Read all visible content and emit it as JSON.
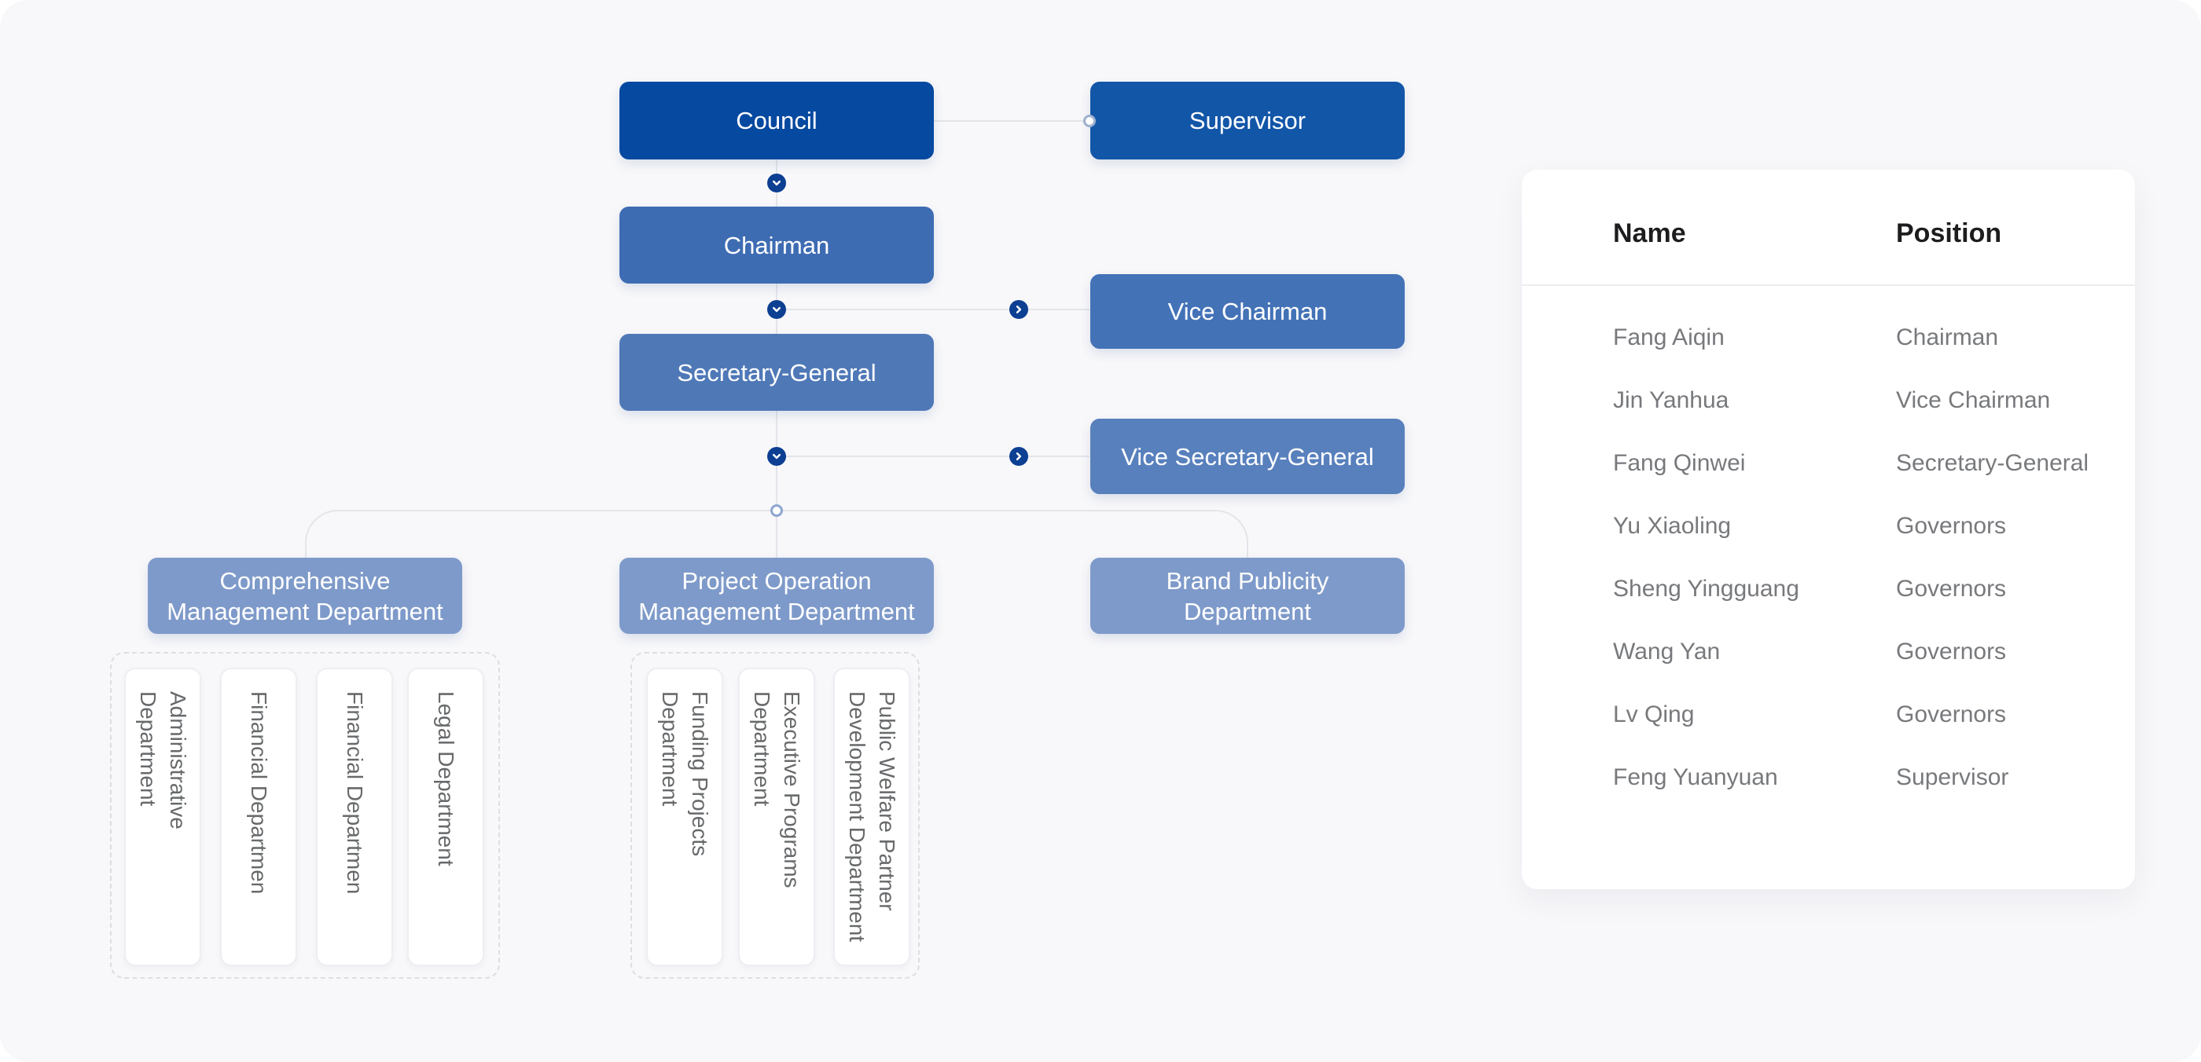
{
  "org": {
    "nodes": {
      "council": "Council",
      "supervisor": "Supervisor",
      "chairman": "Chairman",
      "vice_chairman": "Vice Chairman",
      "secretary_general": "Secretary-General",
      "vice_secretary_general": "Vice Secretary-General",
      "dept_comprehensive": "Comprehensive Management Department",
      "dept_project": "Project Operation Management Department",
      "dept_brand": "Brand Publicity Department"
    },
    "sub_comprehensive": [
      "Administrative Department",
      "Financial Departmen",
      "Financial Departmen",
      "Legal Department"
    ],
    "sub_project": [
      "Funding Projects Department",
      "Executive Programs Department",
      "Public Welfare Partner Development Department"
    ],
    "icons": {
      "chevron_down": "chevron-down in navy circle",
      "chevron_right": "chevron-right in navy circle",
      "node_connector": "open circle"
    }
  },
  "table": {
    "headers": {
      "name": "Name",
      "position": "Position"
    },
    "rows": [
      {
        "name": "Fang Aiqin",
        "position": "Chairman"
      },
      {
        "name": "Jin Yanhua",
        "position": "Vice Chairman"
      },
      {
        "name": "Fang Qinwei",
        "position": "Secretary-General"
      },
      {
        "name": "Yu Xiaoling",
        "position": "Governors"
      },
      {
        "name": "Sheng Yingguang",
        "position": "Governors"
      },
      {
        "name": "Wang Yan",
        "position": "Governors"
      },
      {
        "name": "Lv Qing",
        "position": "Governors"
      },
      {
        "name": "Feng Yuanyuan",
        "position": "Supervisor"
      }
    ]
  },
  "colors": {
    "page_bg": "#f8f8fa",
    "council": "#0549a0",
    "supervisor": "#1256a8",
    "chairman": "#3e6cb3",
    "vice_chairman": "#4372b7",
    "secretary_general": "#4f78b7",
    "vice_secretary_general": "#5880bd",
    "department": "#7e9aca",
    "connector_badge": "#0d3f92",
    "connector_line": "#e3e5ea"
  }
}
